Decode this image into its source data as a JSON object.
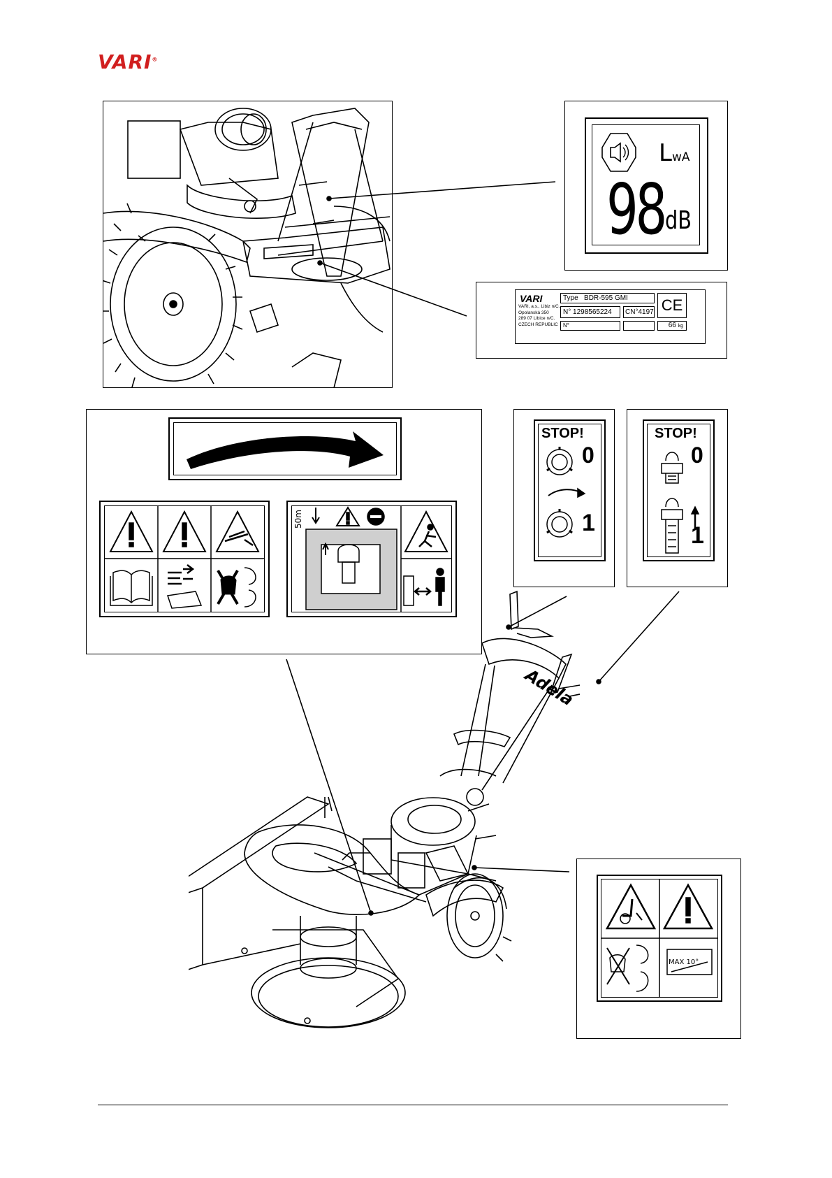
{
  "logo": {
    "text": "VARI",
    "mark": "®",
    "color": "#d11f1f"
  },
  "noise_label": {
    "symbol": "L",
    "subscript": "wA",
    "value": "98",
    "unit": "dB"
  },
  "type_plate": {
    "brand": "VARI",
    "address_lines": [
      "VARI, a.s., Libiz n/C.",
      "Opolanská 350",
      "289 07 Libice n/C.",
      "CZECH REPUBLIC"
    ],
    "type_label": "Type",
    "type_value": "BDR-595 GMI",
    "serial_label": "N°",
    "serial_value": "1298565224",
    "cn_label": "CN°",
    "cn_value": "4197",
    "no_label": "N°",
    "mark": "CE",
    "weight_value": "66",
    "weight_unit": "kg"
  },
  "lever_left": {
    "stop": "STOP!",
    "off": "0",
    "on": "1"
  },
  "lever_right": {
    "stop": "STOP!",
    "off": "0",
    "on": "1"
  },
  "warning_distance": {
    "value": "50m"
  },
  "slope_label": {
    "text": "MAX 10°"
  },
  "machine": {
    "name": "Adela"
  },
  "icons": [
    "warning-triangle-icon",
    "read-manual-icon",
    "disconnect-plug-icon",
    "no-hands-rotating-icon",
    "thrown-objects-icon",
    "keep-distance-icon",
    "no-entry-icon",
    "rotation-arrow-icon",
    "slope-icon",
    "foot-injury-icon"
  ]
}
